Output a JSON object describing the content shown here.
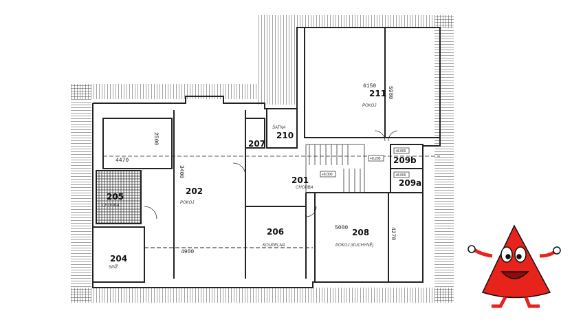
{
  "plan": {
    "rooms": [
      {
        "id": "201",
        "name": "CHODBA"
      },
      {
        "id": "202",
        "name": "POKOJ"
      },
      {
        "id": "204",
        "name": "SPÍŽ"
      },
      {
        "id": "205",
        "name": "CHODBA"
      },
      {
        "id": "206",
        "name": "KOUPELNA"
      },
      {
        "id": "207",
        "name": ""
      },
      {
        "id": "208",
        "name": "POKOJ (KUCHYNĚ)"
      },
      {
        "id": "209a",
        "name": ""
      },
      {
        "id": "209b",
        "name": ""
      },
      {
        "id": "210",
        "name": "ŠATNA"
      },
      {
        "id": "211",
        "name": "POKOJ"
      }
    ],
    "dimensions": [
      "2500",
      "4470",
      "3400",
      "4900",
      "5000",
      "4270",
      "5980",
      "6150"
    ],
    "levels": [
      "+8.000",
      "+8.200",
      "+8.000",
      "+8.000"
    ]
  },
  "mascot": {
    "icon": "red-cone-mascot",
    "color": "#e8231c"
  },
  "colors": {
    "line": "#222222",
    "background": "#ffffff"
  }
}
